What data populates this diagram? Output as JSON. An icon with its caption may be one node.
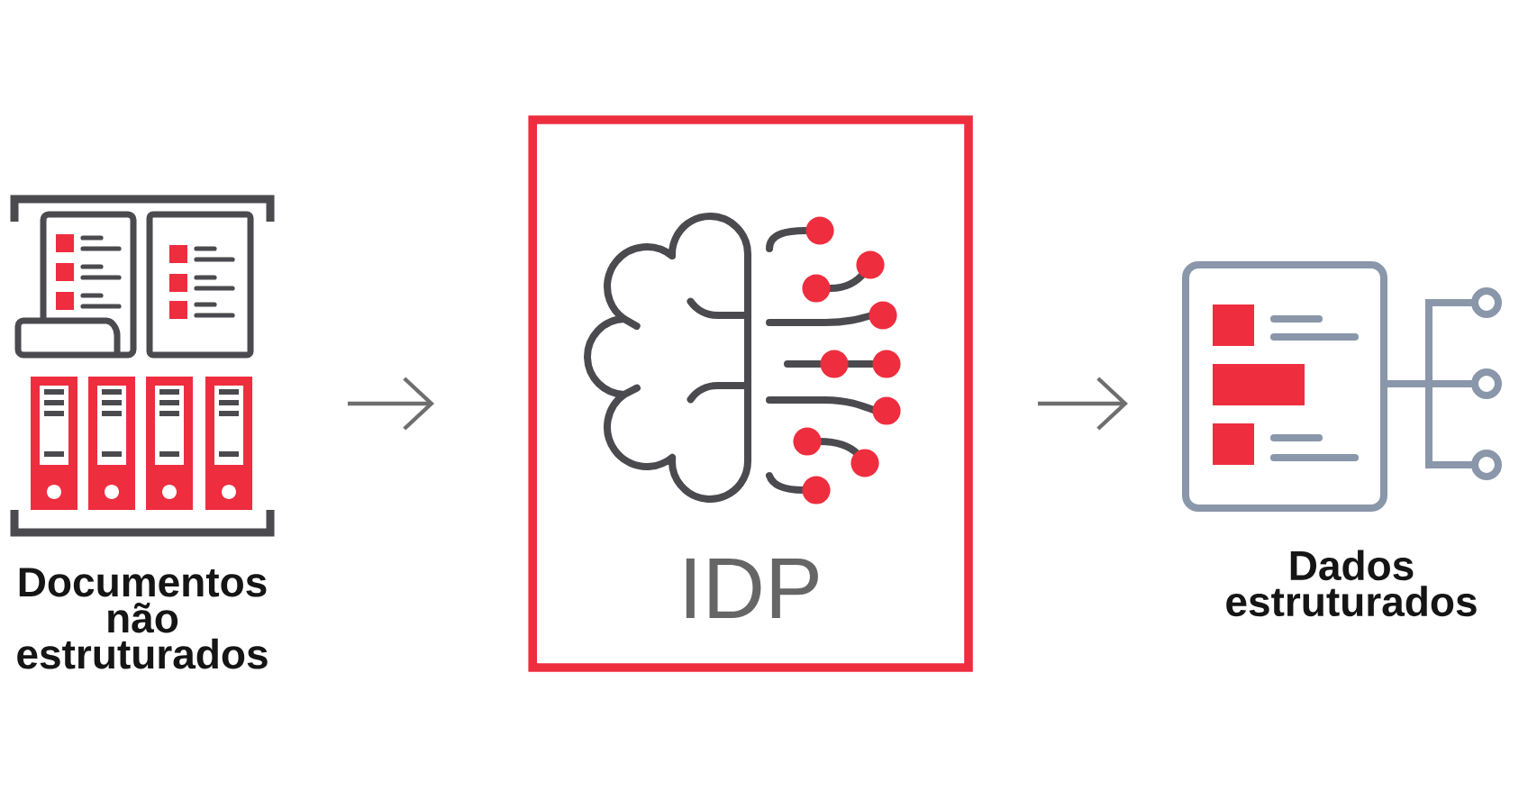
{
  "diagram": {
    "nodes": [
      {
        "text": [],
        "shape": "picture",
        "beside": [
          "Documentos não estruturados"
        ]
      },
      {
        "text": [
          "IDP"
        ]
      },
      {
        "text": [],
        "shape": "picture",
        "beside": [
          "Dados estruturados"
        ]
      }
    ],
    "edges": [
      {
        "from": 0,
        "to": 1,
        "arrow": "to"
      },
      {
        "from": 1,
        "to": 2,
        "arrow": "to"
      }
    ]
  }
}
